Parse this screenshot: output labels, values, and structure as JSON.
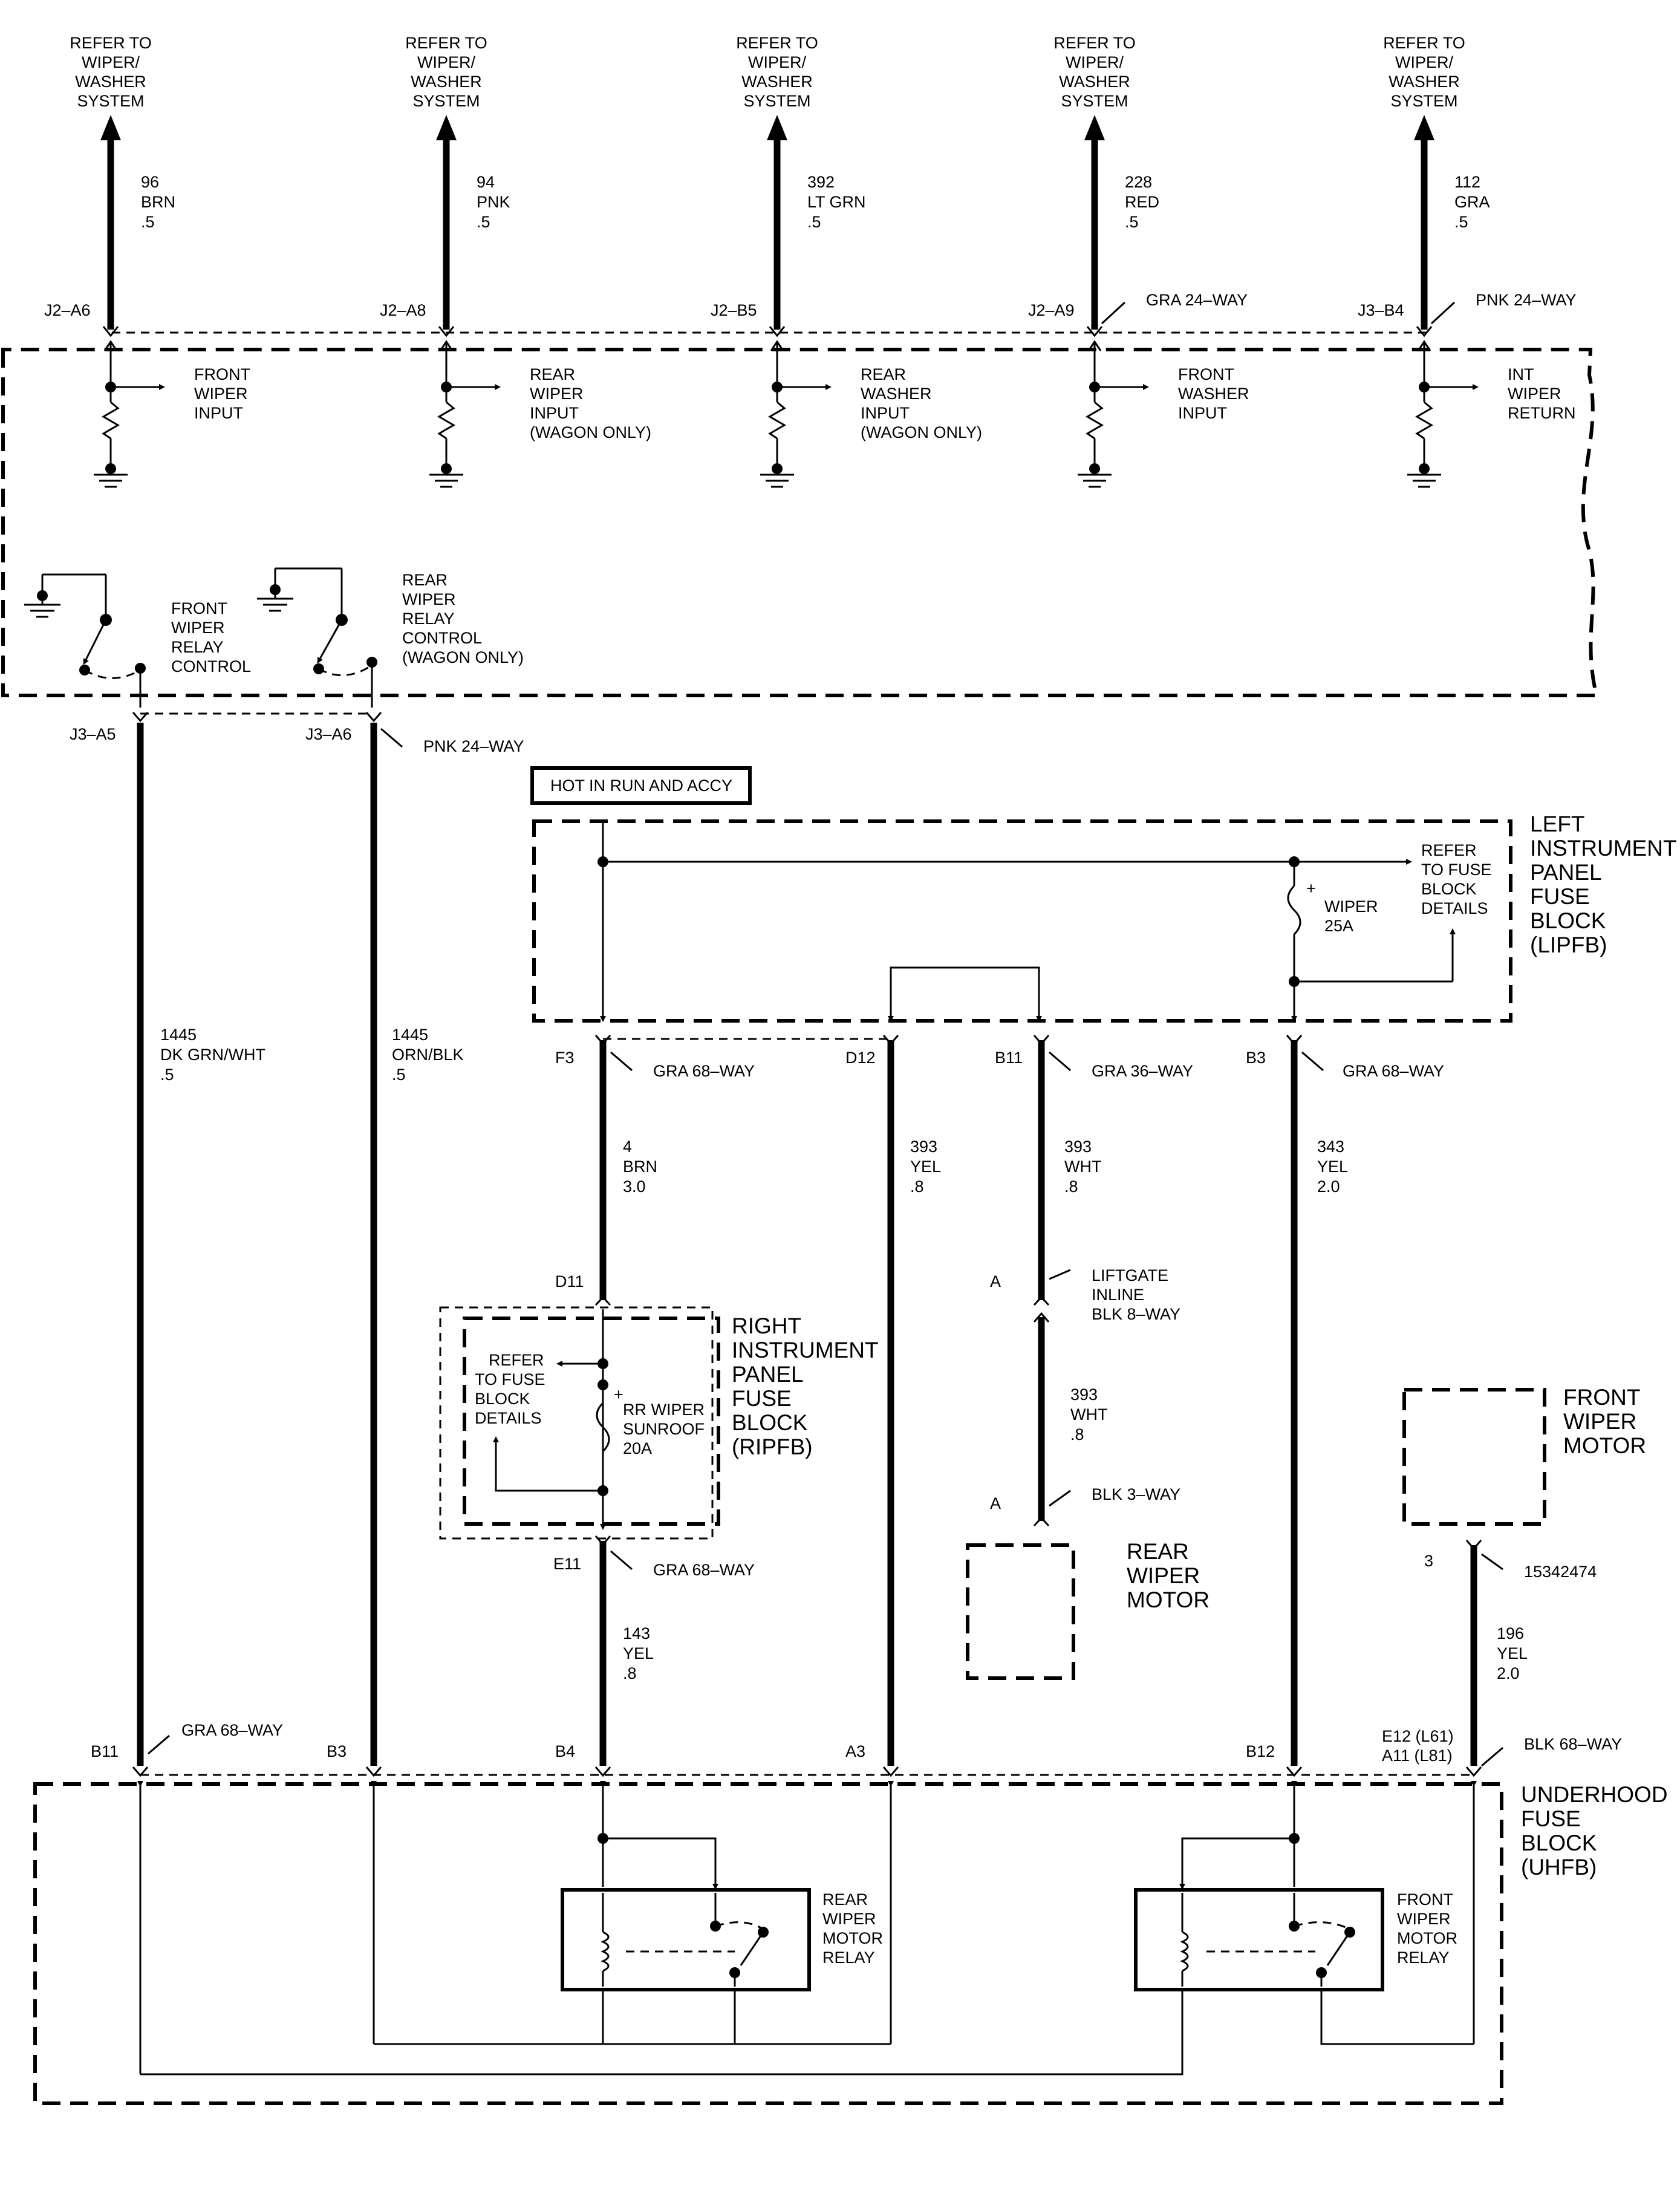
{
  "refer_labels": {
    "line1": "REFER TO",
    "line2": "WIPER/",
    "line3": "WASHER",
    "line4": "SYSTEM"
  },
  "top_circuits": [
    {
      "number": "96",
      "color": "BRN",
      "size": ".5",
      "connector": "J2–A6",
      "input_lines": [
        "FRONT",
        "WIPER",
        "INPUT"
      ]
    },
    {
      "number": "94",
      "color": "PNK",
      "size": ".5",
      "connector": "J2–A8",
      "input_lines": [
        "REAR",
        "WIPER",
        "INPUT",
        "(WAGON ONLY)"
      ]
    },
    {
      "number": "392",
      "color": "LT GRN",
      "size": ".5",
      "connector": "J2–B5",
      "input_lines": [
        "REAR",
        "WASHER",
        "INPUT",
        "(WAGON ONLY)"
      ]
    },
    {
      "number": "228",
      "color": "RED",
      "size": ".5",
      "connector": "J2–A9",
      "connector_type": "GRA 24–WAY",
      "input_lines": [
        "FRONT",
        "WASHER",
        "INPUT"
      ]
    },
    {
      "number": "112",
      "color": "GRA",
      "size": ".5",
      "connector": "J3–B4",
      "connector_type": "PNK 24–WAY",
      "input_lines": [
        "INT",
        "WIPER",
        "RETURN"
      ]
    }
  ],
  "relay_controls": {
    "front": [
      "FRONT",
      "WIPER",
      "RELAY",
      "CONTROL"
    ],
    "rear": [
      "REAR",
      "WIPER",
      "RELAY",
      "CONTROL",
      "(WAGON ONLY)"
    ]
  },
  "left_wires": [
    {
      "connector": "J3–A5",
      "number": "1445",
      "color": "DK GRN/WHT",
      "size": ".5",
      "bottom_pin": "B11",
      "bottom_type": "GRA 68–WAY"
    },
    {
      "connector": "J3–A6",
      "connector_type": "PNK 24–WAY",
      "number": "1445",
      "color": "ORN/BLK",
      "size": ".5",
      "bottom_pin": "B3"
    }
  ],
  "hot_label": "HOT IN RUN AND ACCY",
  "lipfb": {
    "name_lines": [
      "LEFT",
      "INSTRUMENT",
      "PANEL",
      "FUSE",
      "BLOCK",
      "(LIPFB)"
    ],
    "refer_lines": [
      "REFER",
      "TO FUSE",
      "BLOCK",
      "DETAILS"
    ],
    "fuse_lines": [
      "WIPER",
      "25A"
    ],
    "plus": "+"
  },
  "ip_wires": [
    {
      "pin": "F3",
      "type": "GRA 68–WAY",
      "number": "4",
      "color": "BRN",
      "size": "3.0"
    },
    {
      "pin": "D12",
      "number": "393",
      "color": "YEL",
      "size": ".8"
    },
    {
      "pin": "B11",
      "type": "GRA 36–WAY",
      "number": "393",
      "color": "WHT",
      "size": ".8"
    },
    {
      "pin": "B3",
      "type": "GRA 68–WAY",
      "number": "343",
      "color": "YEL",
      "size": "2.0"
    }
  ],
  "ripfb": {
    "top_pin": "D11",
    "name_lines": [
      "RIGHT",
      "INSTRUMENT",
      "PANEL",
      "FUSE",
      "BLOCK",
      "(RIPFB)"
    ],
    "refer_lines": [
      "REFER",
      "TO FUSE",
      "BLOCK",
      "DETAILS"
    ],
    "fuse_lines": [
      "RR WIPER",
      "SUNROOF",
      "20A"
    ],
    "plus": "+",
    "bottom_pin": "E11",
    "bottom_type": "GRA 68–WAY",
    "out_wire": {
      "number": "143",
      "color": "YEL",
      "size": ".8"
    }
  },
  "liftgate": {
    "pin": "A",
    "label_lines": [
      "LIFTGATE",
      "INLINE",
      "BLK 8–WAY"
    ],
    "wire": {
      "number": "393",
      "color": "WHT",
      "size": ".8"
    },
    "motor_pin": "A",
    "motor_connector": "BLK 3–WAY"
  },
  "rear_motor_lines": [
    "REAR",
    "WIPER",
    "MOTOR"
  ],
  "front_motor": {
    "name_lines": [
      "FRONT",
      "WIPER",
      "MOTOR"
    ],
    "pin": "3",
    "connector": "15342474",
    "wire": {
      "number": "196",
      "color": "YEL",
      "size": "2.0"
    },
    "bottom_pin_lines": [
      "E12 (L61)",
      "A11 (L81)"
    ],
    "bottom_type": "BLK 68–WAY"
  },
  "uhfb": {
    "pins": [
      "B11",
      "B3",
      "B4",
      "A3",
      "B12"
    ],
    "name_lines": [
      "UNDERHOOD",
      "FUSE",
      "BLOCK",
      "(UHFB)"
    ],
    "rear_relay_lines": [
      "REAR",
      "WIPER",
      "MOTOR",
      "RELAY"
    ],
    "front_relay_lines": [
      "FRONT",
      "WIPER",
      "MOTOR",
      "RELAY"
    ]
  }
}
